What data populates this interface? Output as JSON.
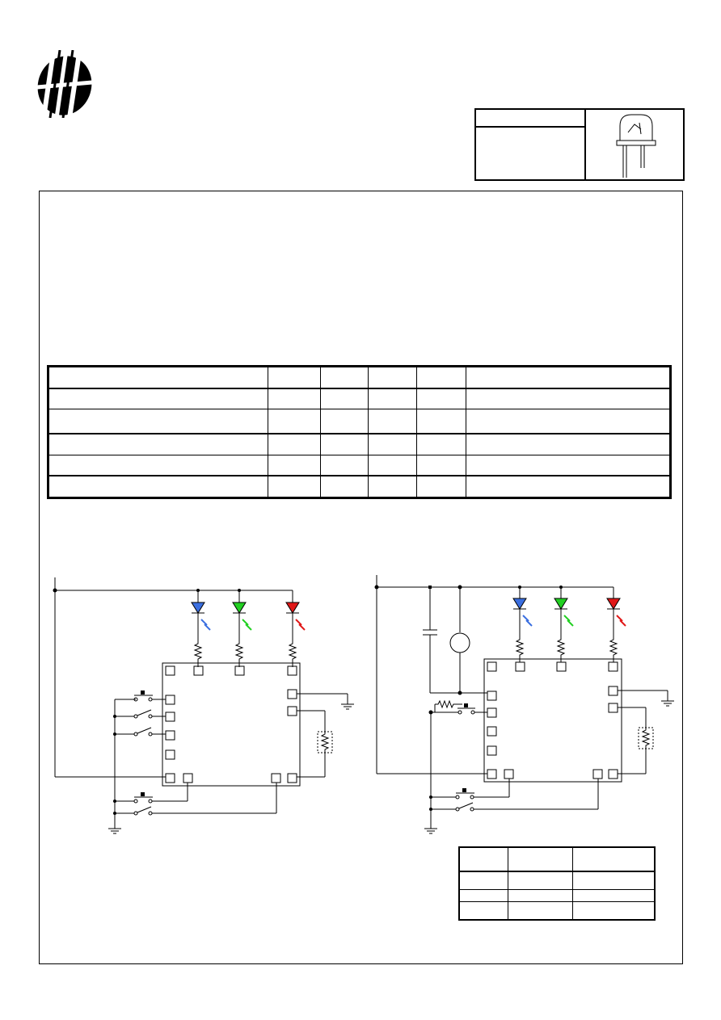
{
  "logo": {
    "icon": "company-logo"
  },
  "header": {
    "title_cell": "",
    "body_cell": "",
    "led_icon": "through-hole-led-icon"
  },
  "spec_table": {
    "columns": 6,
    "rows": 7,
    "cells": []
  },
  "circuits": [
    {
      "id": "circuit-a",
      "leds": [
        {
          "color": "#3b6fe0",
          "name": "blue-led"
        },
        {
          "color": "#22d022",
          "name": "green-led"
        },
        {
          "color": "#e01818",
          "name": "red-led"
        }
      ],
      "labels": []
    },
    {
      "id": "circuit-b",
      "leds": [
        {
          "color": "#3b6fe0",
          "name": "blue-led"
        },
        {
          "color": "#22d022",
          "name": "green-led"
        },
        {
          "color": "#e01818",
          "name": "red-led"
        }
      ],
      "labels": []
    }
  ],
  "small_table": {
    "columns": 3,
    "rows": 5,
    "cells": []
  },
  "colors": {
    "line": "#000000",
    "blue": "#3b6fe0",
    "green": "#22d022",
    "red": "#e01818"
  }
}
